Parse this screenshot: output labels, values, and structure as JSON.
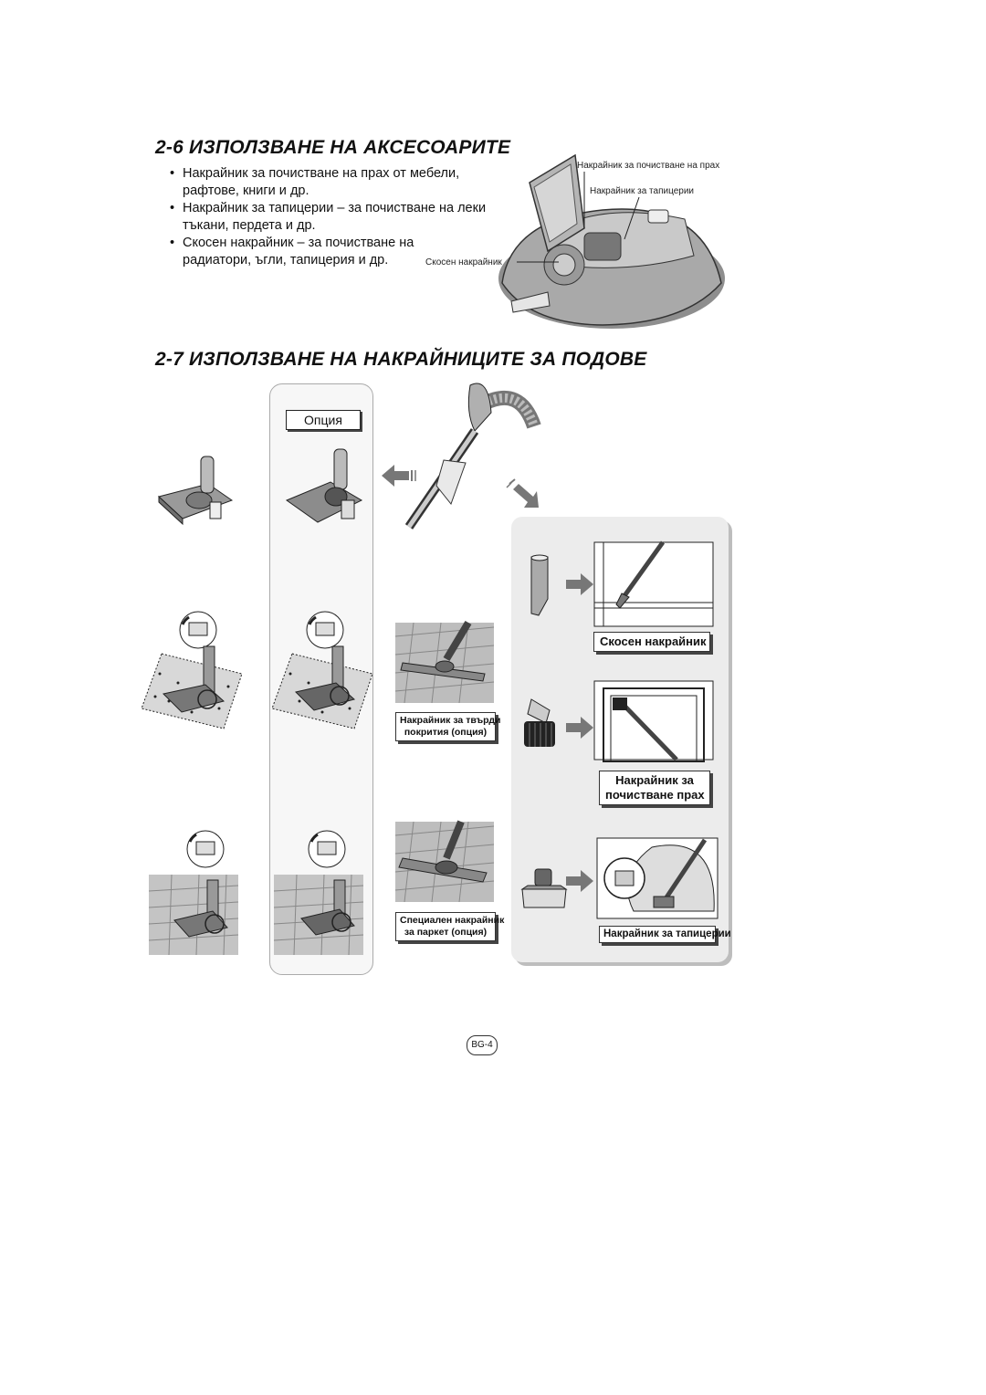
{
  "section_26": {
    "heading": "2-6 ИЗПОЛЗВАНЕ НА АКСЕСОАРИТЕ",
    "bullets": [
      {
        "line1": "Накрайник за почистване на прах от мебели,",
        "line2": "рафтове, книги и др."
      },
      {
        "line1": "Накрайник за тапицерии – за почистване на леки",
        "line2": "тъкани, пердета и др."
      },
      {
        "line1": "Скосен накрайник – за почистване на",
        "line2": "радиатори, ъгли, тапицерия и др."
      }
    ],
    "callouts": {
      "dust": "Накрайник за почистване на прах",
      "upholstery": "Накрайник за тапицерии",
      "crevice": "Скосен накрайник"
    }
  },
  "section_27": {
    "heading": "2-7 ИЗПОЛЗВАНЕ НА НАКРАЙНИЦИТЕ ЗА ПОДОВЕ",
    "option_label": "Опция",
    "hard_floor_tag": {
      "line1": "Накрайник за твърди",
      "line2": "покрития (опция)"
    },
    "parquet_tag": {
      "line1": "Специален накрайник",
      "line2": "за паркет (опция)"
    },
    "accessory_tags": {
      "crevice": "Скосен накрайник",
      "dust": {
        "line1": "Накрайник за",
        "line2": "почистване прах"
      },
      "upholstery": "Накрайник за тапицерии"
    }
  },
  "page_number": "BG-4"
}
